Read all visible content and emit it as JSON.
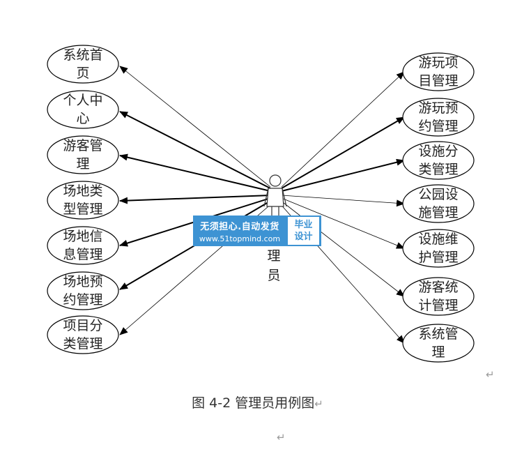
{
  "left_use_cases": [
    {
      "line1": "系统首",
      "line2": "页"
    },
    {
      "line1": "个人中",
      "line2": "心"
    },
    {
      "line1": "游客管",
      "line2": "理"
    },
    {
      "line1": "场地类",
      "line2": "型管理"
    },
    {
      "line1": "场地信",
      "line2": "息管理"
    },
    {
      "line1": "场地预",
      "line2": "约管理"
    },
    {
      "line1": "项目分",
      "line2": "类管理"
    }
  ],
  "right_use_cases": [
    {
      "line1": "游玩项",
      "line2": "目管理"
    },
    {
      "line1": "游玩预",
      "line2": "约管理"
    },
    {
      "line1": "设施分",
      "line2": "类管理"
    },
    {
      "line1": "公园设",
      "line2": "施管理"
    },
    {
      "line1": "设施维",
      "line2": "护管理"
    },
    {
      "line1": "游客统",
      "line2": "计管理"
    },
    {
      "line1": "系统管",
      "line2": "理"
    }
  ],
  "actor": {
    "line1": "理",
    "line2": "员"
  },
  "caption": "图 4-2 管理员用例图",
  "paragraph_mark": "↵",
  "watermark": {
    "line1": "无须担心.自动发货",
    "line2": "www.51topmind.com",
    "badge_line1": "毕业",
    "badge_line2": "设计"
  }
}
